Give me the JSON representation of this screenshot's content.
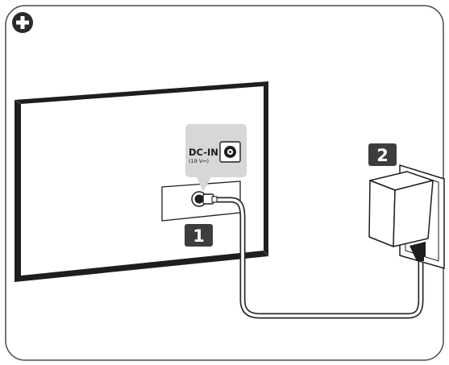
{
  "port": {
    "label": "DC-IN",
    "rating": "(19 V",
    "rating_symbol": "⎓)"
  },
  "steps": [
    {
      "number": "1"
    },
    {
      "number": "2"
    }
  ],
  "colors": {
    "panel_border": "#4a4a4a",
    "tv_body": "#1e1e1e",
    "tv_back": "#ffffff",
    "port_highlight": "#d7d7d7",
    "cable_inner": "#ffffff",
    "cable_outline": "#2a2a2a",
    "step_badge": "#3d3d3d",
    "plus_badge": "#2a2a2a"
  },
  "icons": {
    "header": "plus-circle-icon",
    "dc_jack": "dc-jack-icon",
    "connector": "dc-plug-icon",
    "adapter": "power-adapter-icon"
  }
}
